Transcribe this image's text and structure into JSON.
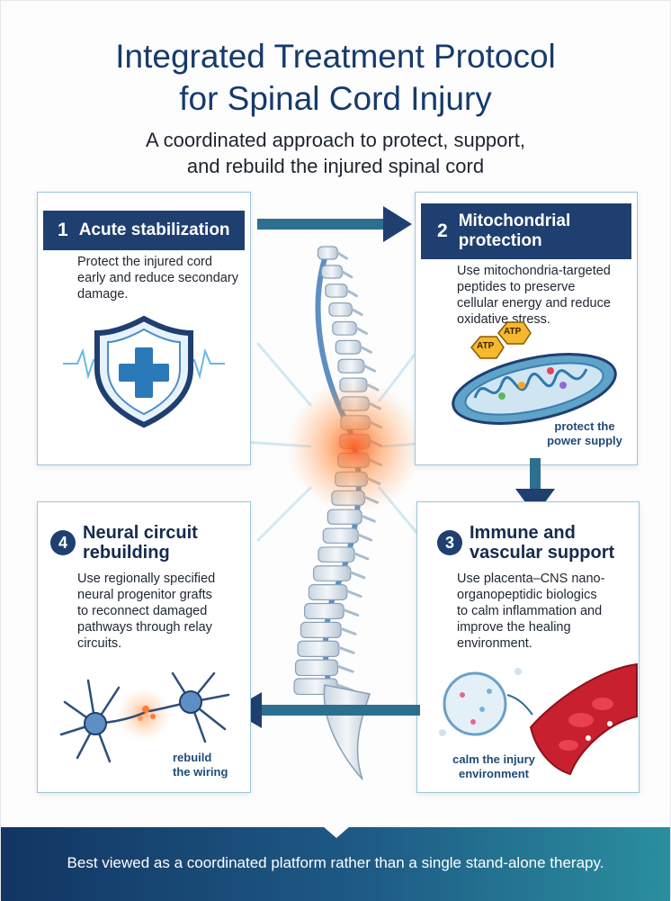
{
  "header": {
    "title_line1": "Integrated Treatment Protocol",
    "title_line2": "for Spinal Cord Injury",
    "subtitle_line1": "A coordinated approach to protect, support,",
    "subtitle_line2": "and rebuild the injured spinal cord"
  },
  "steps": [
    {
      "number": "1",
      "title": "Acute stabilization",
      "text": [
        "Protect the injured cord",
        "early and reduce secondary",
        "damage."
      ],
      "icon": "shield-cross-icon"
    },
    {
      "number": "2",
      "title_lines": [
        "Mitochondrial",
        "protection"
      ],
      "text": [
        "Use mitochondria-targeted",
        "peptides to preserve",
        "cellular energy and reduce",
        "oxidative stress."
      ],
      "caption": [
        "protect the",
        "power supply"
      ],
      "atp_label": "ATP",
      "icon": "mitochondrion-icon"
    },
    {
      "number": "3",
      "title_lines": [
        "Immune and",
        "vascular support"
      ],
      "text": [
        "Use placenta–CNS nano-",
        "organopeptidic biologics",
        "to calm inflammation and",
        "improve the healing",
        "environment."
      ],
      "caption": [
        "calm the injury",
        "environment"
      ],
      "icon": "blood-vessel-icon"
    },
    {
      "number": "4",
      "title_lines": [
        "Neural circuit",
        "rebuilding"
      ],
      "text": [
        "Use regionally specified",
        "neural progenitor grafts",
        "to reconnect damaged",
        "pathways through relay",
        "circuits."
      ],
      "caption": [
        "rebuild",
        "the wiring"
      ],
      "icon": "neurons-icon"
    }
  ],
  "footer": {
    "text": "Best viewed as a coordinated platform rather than a single stand-alone therapy."
  },
  "colors": {
    "navy": "#1f3f70",
    "title": "#163b6b",
    "teal_border": "#9cc6d8",
    "injury_glow": "#ff6a2a"
  }
}
